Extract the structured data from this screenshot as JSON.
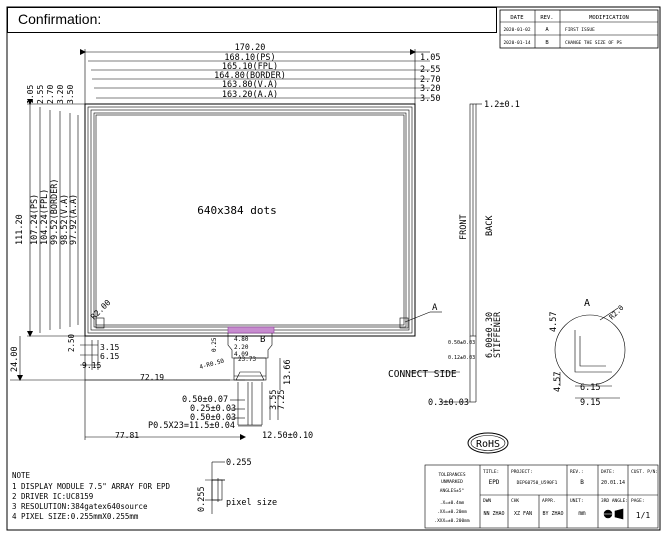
{
  "page_title": "Confirmation:",
  "revision_table": {
    "headers": [
      "DATE",
      "REV.",
      "MODIFICATION"
    ],
    "rows": [
      [
        "2020-01-02",
        "A",
        "FIRST ISSUE"
      ],
      [
        "2020-01-14",
        "B",
        "CHANGE THE SIZE OF PS"
      ]
    ]
  },
  "dims": {
    "w_170_20": "170.20",
    "w_168_10": "168.10(PS)",
    "w_165_10": "165.10(FPL)",
    "w_164_80": "164.80(BORDER)",
    "w_163_80": "163.80(V.A)",
    "w_163_20": "163.20(A.A)",
    "r_105": "1.05",
    "r_255": "2.55",
    "r_270": "2.70",
    "r_320": "3.20",
    "r_350": "3.50",
    "l_105": "1.05",
    "l_255": "2.55",
    "l_270": "2.70",
    "l_320": "3.20",
    "l_350": "3.50",
    "h_111_20": "111.20",
    "h_107_24": "107.24(PS)",
    "h_104_24": "104.24(FPL)",
    "h_99_52": "99.52(BORDER)",
    "h_98_52": "98.52(V.A)",
    "h_97_92": "97.92(A.A)",
    "h_24_00": "24.00",
    "d_r200": "R2.00",
    "d_250": "2.50",
    "d_315": "3.15",
    "d_615": "6.15",
    "d_915": "9.15",
    "d_72_19": "72.19",
    "d_77_81": "77.81",
    "d_13_66": "13.66",
    "d_355": "3.55",
    "d_725": "7.25",
    "d_050_007": "0.50±0.07",
    "d_025_003": "0.25±0.03",
    "d_050_003": "0.50±0.03",
    "d_pitch": "P0.5X23=11.5±0.04",
    "d_12_50": "12.50±0.10",
    "d_23_73": "23.73",
    "d_4r050": "4-R0.50",
    "d_4_80": "4.80",
    "d_2_20": "2.20",
    "d_4_09": "4.09",
    "d_0_25": "0.25",
    "s_12": "1.2±0.1",
    "s_front": "FRONT",
    "s_back": "BACK",
    "s_a": "A",
    "s_0_50": "0.50±0.03",
    "s_0_12": "0.12±0.03",
    "s_6_00": "6.00±0.30",
    "s_stiff": "STIFFENER",
    "s_connect": "CONNECT SIDE",
    "s_03": "0.3±0.03",
    "dot_label": "640x384 dots",
    "b_label": "B",
    "a_label": "A",
    "det_a": "A",
    "det_r2": "R2.0",
    "det_457a": "4.57",
    "det_457b": "4.57",
    "det_615": "6.15",
    "det_915": "9.15",
    "pix_0255a": "0.255",
    "pix_0255b": "0.255",
    "pix_label": "pixel size"
  },
  "rohs": "RoHS",
  "notes": [
    "NOTE",
    "1 DISPLAY MODULE  7.5\" ARRAY FOR EPD",
    "2 DRIVER IC:UC8159",
    "3 RESOLUTION:384gatex640source",
    "4 PIXEL SIZE:0.255mmX0.255mm"
  ],
  "title_block": {
    "tolerances": "TOLERANCES",
    "unmarked": "UNMARKED",
    "angles": "ANGLES±5°",
    "tol1": ".X=±0.4mm",
    "tol2": ".XX=±0.20mm",
    "tol3": ".XXX=±0.200mm",
    "title_label": "TITLE:",
    "title_value": "EPD",
    "project_label": "PROJECT:",
    "project_value": "DEPG0750_U590F1",
    "rev_label": "REV.:",
    "rev_value": "B",
    "date_label": "DATE:",
    "date_value": "20.01.14",
    "cust_label": "CUST. P/N:",
    "dwn_label": "DWN",
    "dwn_value": "NN ZHAO",
    "chk_label": "CHK",
    "chk_value": "XZ FAN",
    "appr_label": "APPR.",
    "appr_value": "BY ZHAO",
    "unit_label": "UNIT:",
    "unit_value": "mm",
    "angle_label": "3RD ANGLE:",
    "page_label": "PAGE:",
    "page_value": "1/1"
  }
}
